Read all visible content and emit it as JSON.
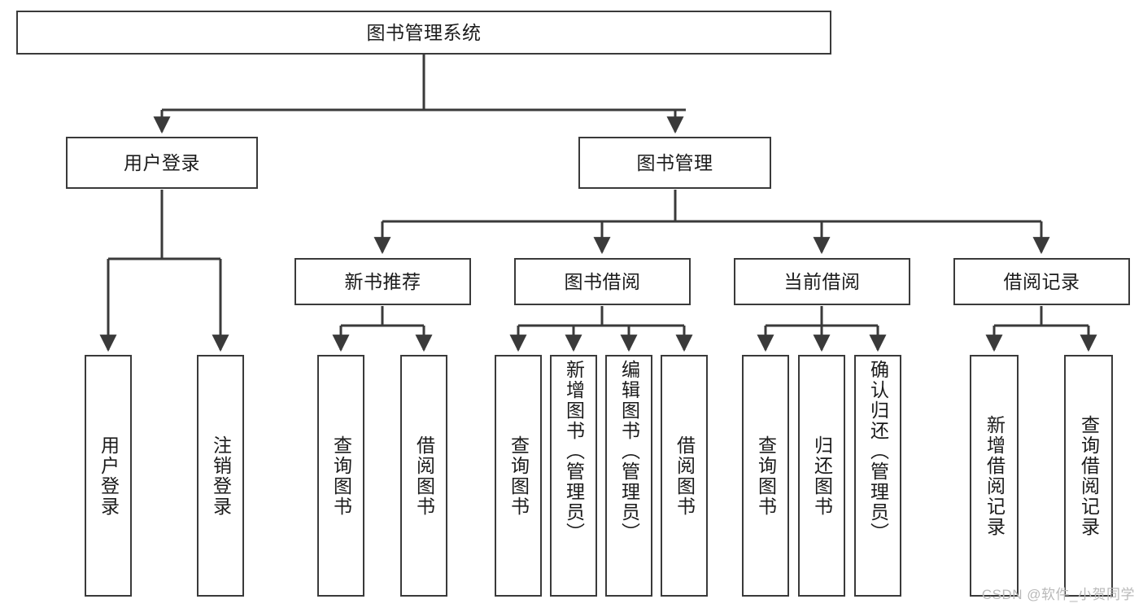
{
  "diagram": {
    "title": "图书管理系统",
    "type": "tree-hierarchy-diagram",
    "root": {
      "label": "图书管理系统"
    },
    "level2": [
      {
        "label": "用户登录"
      },
      {
        "label": "图书管理"
      }
    ],
    "level3": [
      {
        "label": "新书推荐"
      },
      {
        "label": "图书借阅"
      },
      {
        "label": "当前借阅"
      },
      {
        "label": "借阅记录"
      }
    ],
    "leaves": {
      "user_login": [
        {
          "label": "用户登录"
        },
        {
          "label": "注销登录"
        }
      ],
      "new_book_recommend": [
        {
          "label": "查询图书"
        },
        {
          "label": "借阅图书"
        }
      ],
      "book_borrow": [
        {
          "label": "查询图书"
        },
        {
          "label": "新增图书（管理员）"
        },
        {
          "label": "编辑图书（管理员）"
        },
        {
          "label": "借阅图书"
        }
      ],
      "current_borrow": [
        {
          "label": "查询图书"
        },
        {
          "label": "归还图书"
        },
        {
          "label": "确认归还（管理员）"
        }
      ],
      "borrow_record": [
        {
          "label": "新增借阅记录"
        },
        {
          "label": "查询借阅记录"
        }
      ]
    }
  },
  "watermark": {
    "text": "CSDN @软件_小贺同学"
  },
  "colors": {
    "stroke": "#3a3a3a",
    "fill": "#ffffff",
    "text": "#1b1b1b",
    "watermark": "#b9b9b9"
  }
}
